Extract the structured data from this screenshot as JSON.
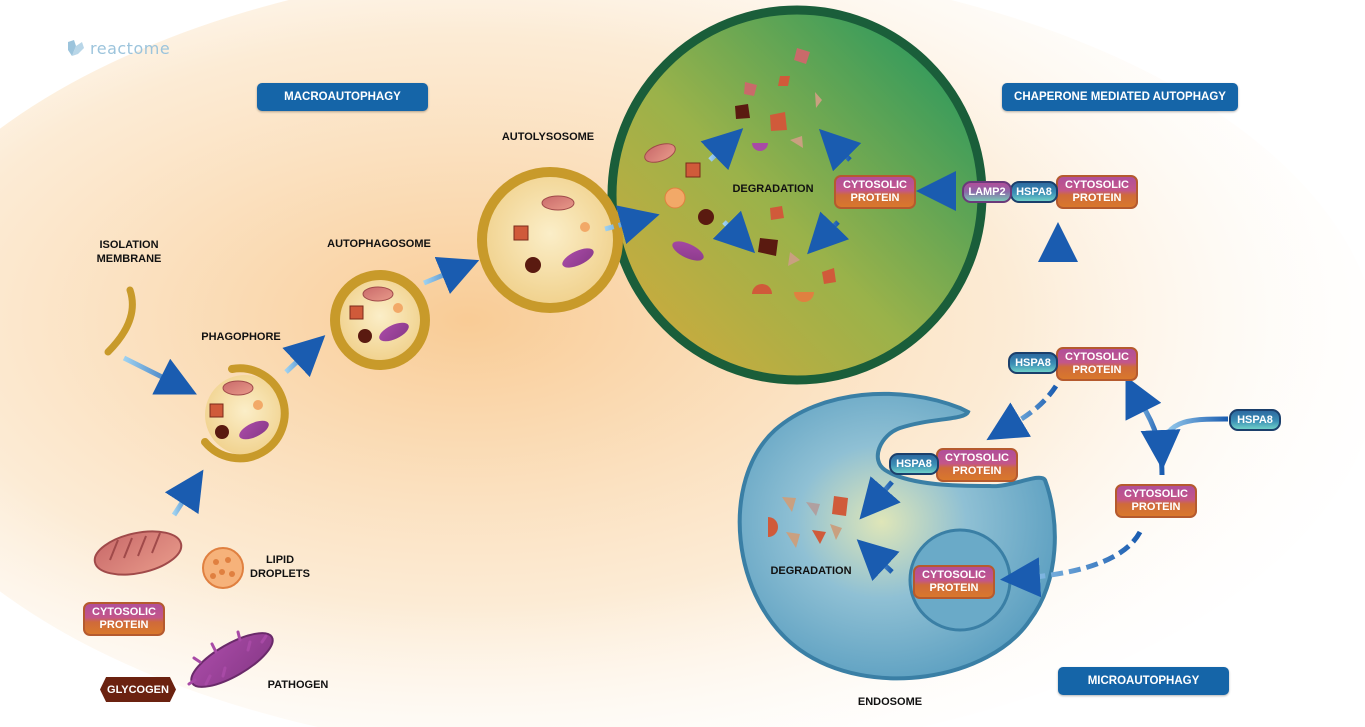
{
  "logo": {
    "text": "reactome",
    "icon": "reactome-logo-icon"
  },
  "buttons": {
    "macro": "MACROAUTOPHAGY",
    "cma": "CHAPERONE MEDIATED AUTOPHAGY",
    "micro": "MICROAUTOPHAGY"
  },
  "labels": {
    "isolation_1": "ISOLATION",
    "isolation_2": "MEMBRANE",
    "phagophore": "PHAGOPHORE",
    "autophagosome": "AUTOPHAGOSOME",
    "autolysosome": "AUTOLYSOSOME",
    "degradation_lys": "DEGRADATION",
    "degradation_endo": "DEGRADATION",
    "lipid_1": "LIPID",
    "lipid_2": "DROPLETS",
    "pathogen": "PATHOGEN",
    "endosome": "ENDOSOME"
  },
  "molecules": {
    "cyto_1": "CYTOSOLIC",
    "cyto_2": "PROTEIN",
    "hspa8": "HSPA8",
    "lamp2": "LAMP2",
    "glycogen": "GLYCOGEN"
  },
  "colors": {
    "button": "#1565a8",
    "lysosome_border": "#1a5e3a",
    "endosome": "#5a9ec0",
    "vesicle": "#c89a2a",
    "arrow": "#1a5cb0"
  }
}
